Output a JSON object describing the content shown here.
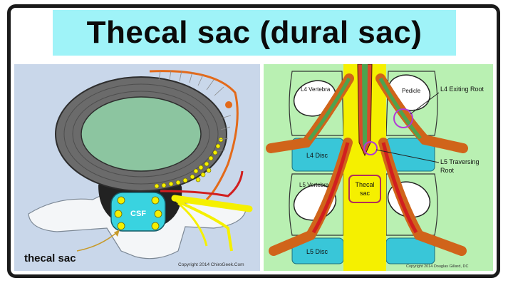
{
  "title": "Thecal sac (dural sac)",
  "left_panel": {
    "csf_label": "CSF",
    "thecal_label": "thecal sac",
    "copyright": "Copyright 2014 ChiroGeek.Com"
  },
  "right_panel": {
    "l4_vertebra": "L4 Vertebra",
    "pedicle": "Pedicle",
    "l4_exiting_root": "L4 Exiting Root",
    "l4_disc": "L4 Disc",
    "l5_traversing_root_line1": "L5 Traversing",
    "l5_traversing_root_line2": "Root",
    "l5_vertebra": "L5 Vertebra",
    "thecal_line1": "Thecal",
    "thecal_line2": "sac",
    "l5_disc": "L5 Disc",
    "copyright": "Copyright 2014 Douglas Gillard, DC"
  },
  "colors": {
    "title_bg": "#9ff3f8",
    "left_bg": "#c9d7ea",
    "right_bg": "#b9f0b2",
    "disc_blue": "#39c6d8",
    "thecal_yellow": "#f5f000",
    "nerve_orange": "#d0641a",
    "vertebra_gray": "#6b6b6b",
    "nucleus_green": "#8cc5a0"
  }
}
